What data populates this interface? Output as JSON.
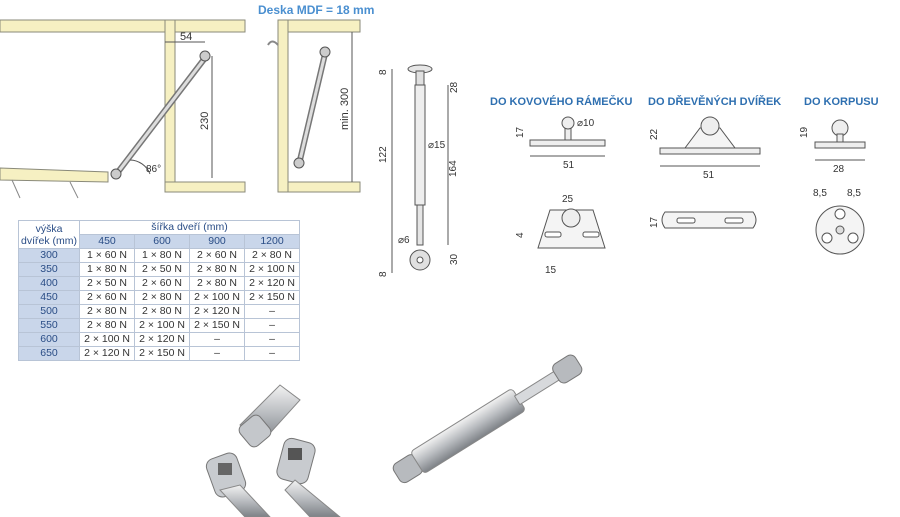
{
  "header": {
    "title": "Deska MDF = 18 mm"
  },
  "install_drawing": {
    "dim_offset": "54",
    "dim_height": "230",
    "angle": "86°",
    "dim_min_height": "min. 300"
  },
  "spring_drawing": {
    "dim_top": "8",
    "dim_upper": "28",
    "dim_total": "122",
    "dim_diameter_body": "⌀15",
    "dim_length": "164",
    "dim_diameter_rod": "⌀6",
    "dim_bottom": "8",
    "dim_lower": "30"
  },
  "brackets": {
    "metal_frame": {
      "label": "DO KOVOVÉHO RÁMEČKU",
      "dim_height": "17",
      "dim_ball": "⌀10",
      "dim_width": "51",
      "dim_plate_width": "25",
      "dim_slot": "4",
      "dim_spacing": "15"
    },
    "wood_door": {
      "label": "DO DŘEVĚNÝCH DVÍŘEK",
      "dim_height": "22",
      "dim_width": "51",
      "dim_plate": "17"
    },
    "carcass": {
      "label": "DO KORPUSU",
      "dim_height": "19",
      "dim_width": "28",
      "dim_left": "8,5",
      "dim_right": "8,5"
    }
  },
  "table": {
    "corner_line1": "výška",
    "corner_line2": "dvířek (mm)",
    "group_header": "šířka dveří (mm)",
    "columns": [
      "450",
      "600",
      "900",
      "1200"
    ],
    "rows": [
      {
        "height": "300",
        "values": [
          "1 × 60 N",
          "1 × 80 N",
          "2 × 60 N",
          "2 × 80 N"
        ]
      },
      {
        "height": "350",
        "values": [
          "1 × 80 N",
          "2 × 50 N",
          "2 × 80 N",
          "2 × 100 N"
        ]
      },
      {
        "height": "400",
        "values": [
          "2 × 50 N",
          "2 × 60 N",
          "2 × 80 N",
          "2 × 120 N"
        ]
      },
      {
        "height": "450",
        "values": [
          "2 × 60 N",
          "2 × 80 N",
          "2 × 100 N",
          "2 × 150 N"
        ]
      },
      {
        "height": "500",
        "values": [
          "2 × 80 N",
          "2 × 80 N",
          "2 × 120 N",
          "–"
        ]
      },
      {
        "height": "550",
        "values": [
          "2 × 80 N",
          "2 × 100 N",
          "2 × 150 N",
          "–"
        ]
      },
      {
        "height": "600",
        "values": [
          "2 × 100 N",
          "2 × 120 N",
          "–",
          "–"
        ]
      },
      {
        "height": "650",
        "values": [
          "2 × 120 N",
          "2 × 150 N",
          "–",
          "–"
        ]
      }
    ]
  },
  "colors": {
    "panel": "#f6f0c2",
    "header_blue": "#2e6fb0",
    "table_head": "#c9d6ea",
    "line": "#555555"
  }
}
